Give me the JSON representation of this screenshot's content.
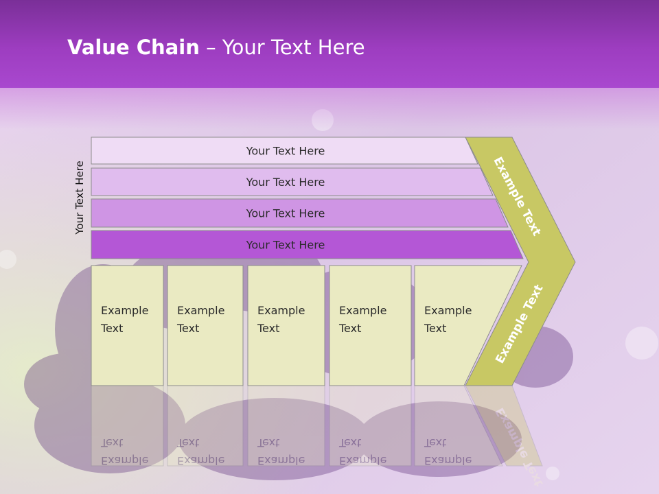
{
  "title": {
    "bold": "Value Chain",
    "rest": " – Your Text Here"
  },
  "side_label": "Your Text Here",
  "bars": [
    {
      "label": "Your Text Here",
      "color": "#efdcf5"
    },
    {
      "label": "Your Text Here",
      "color": "#e0bcee"
    },
    {
      "label": "Your Text Here",
      "color": "#cf95e4"
    },
    {
      "label": "Your Text Here",
      "color": "#b457d6"
    }
  ],
  "boxes": [
    {
      "line1": "Example",
      "line2": "Text"
    },
    {
      "line1": "Example",
      "line2": "Text"
    },
    {
      "line1": "Example",
      "line2": "Text"
    },
    {
      "line1": "Example",
      "line2": "Text"
    },
    {
      "line1": "Example",
      "line2": "Text"
    }
  ],
  "arrow": {
    "upper_label": "Example Text",
    "lower_label": "Example Text",
    "color": "#c8c864"
  },
  "colors": {
    "box_fill": "#eaeac2",
    "outline": "#8c8c8c",
    "title_bar": "#9d3dc0"
  }
}
